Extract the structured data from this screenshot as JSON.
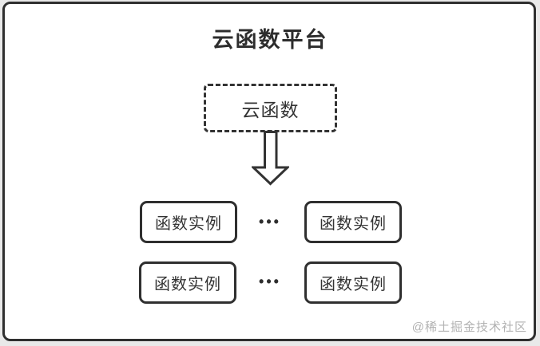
{
  "diagram": {
    "title": "云函数平台",
    "source_box": {
      "label": "云函数"
    },
    "rows": [
      {
        "left": "函数实例",
        "ellipsis": "•••",
        "right": "函数实例"
      },
      {
        "left": "函数实例",
        "ellipsis": "•••",
        "right": "函数实例"
      }
    ]
  },
  "watermark": {
    "text": "@稀土掘金技术社区"
  },
  "colors": {
    "border": "#2f2f2f",
    "text": "#333333",
    "background": "#e9e9e9",
    "card": "#ffffff",
    "watermark": "#b2b2b2"
  }
}
